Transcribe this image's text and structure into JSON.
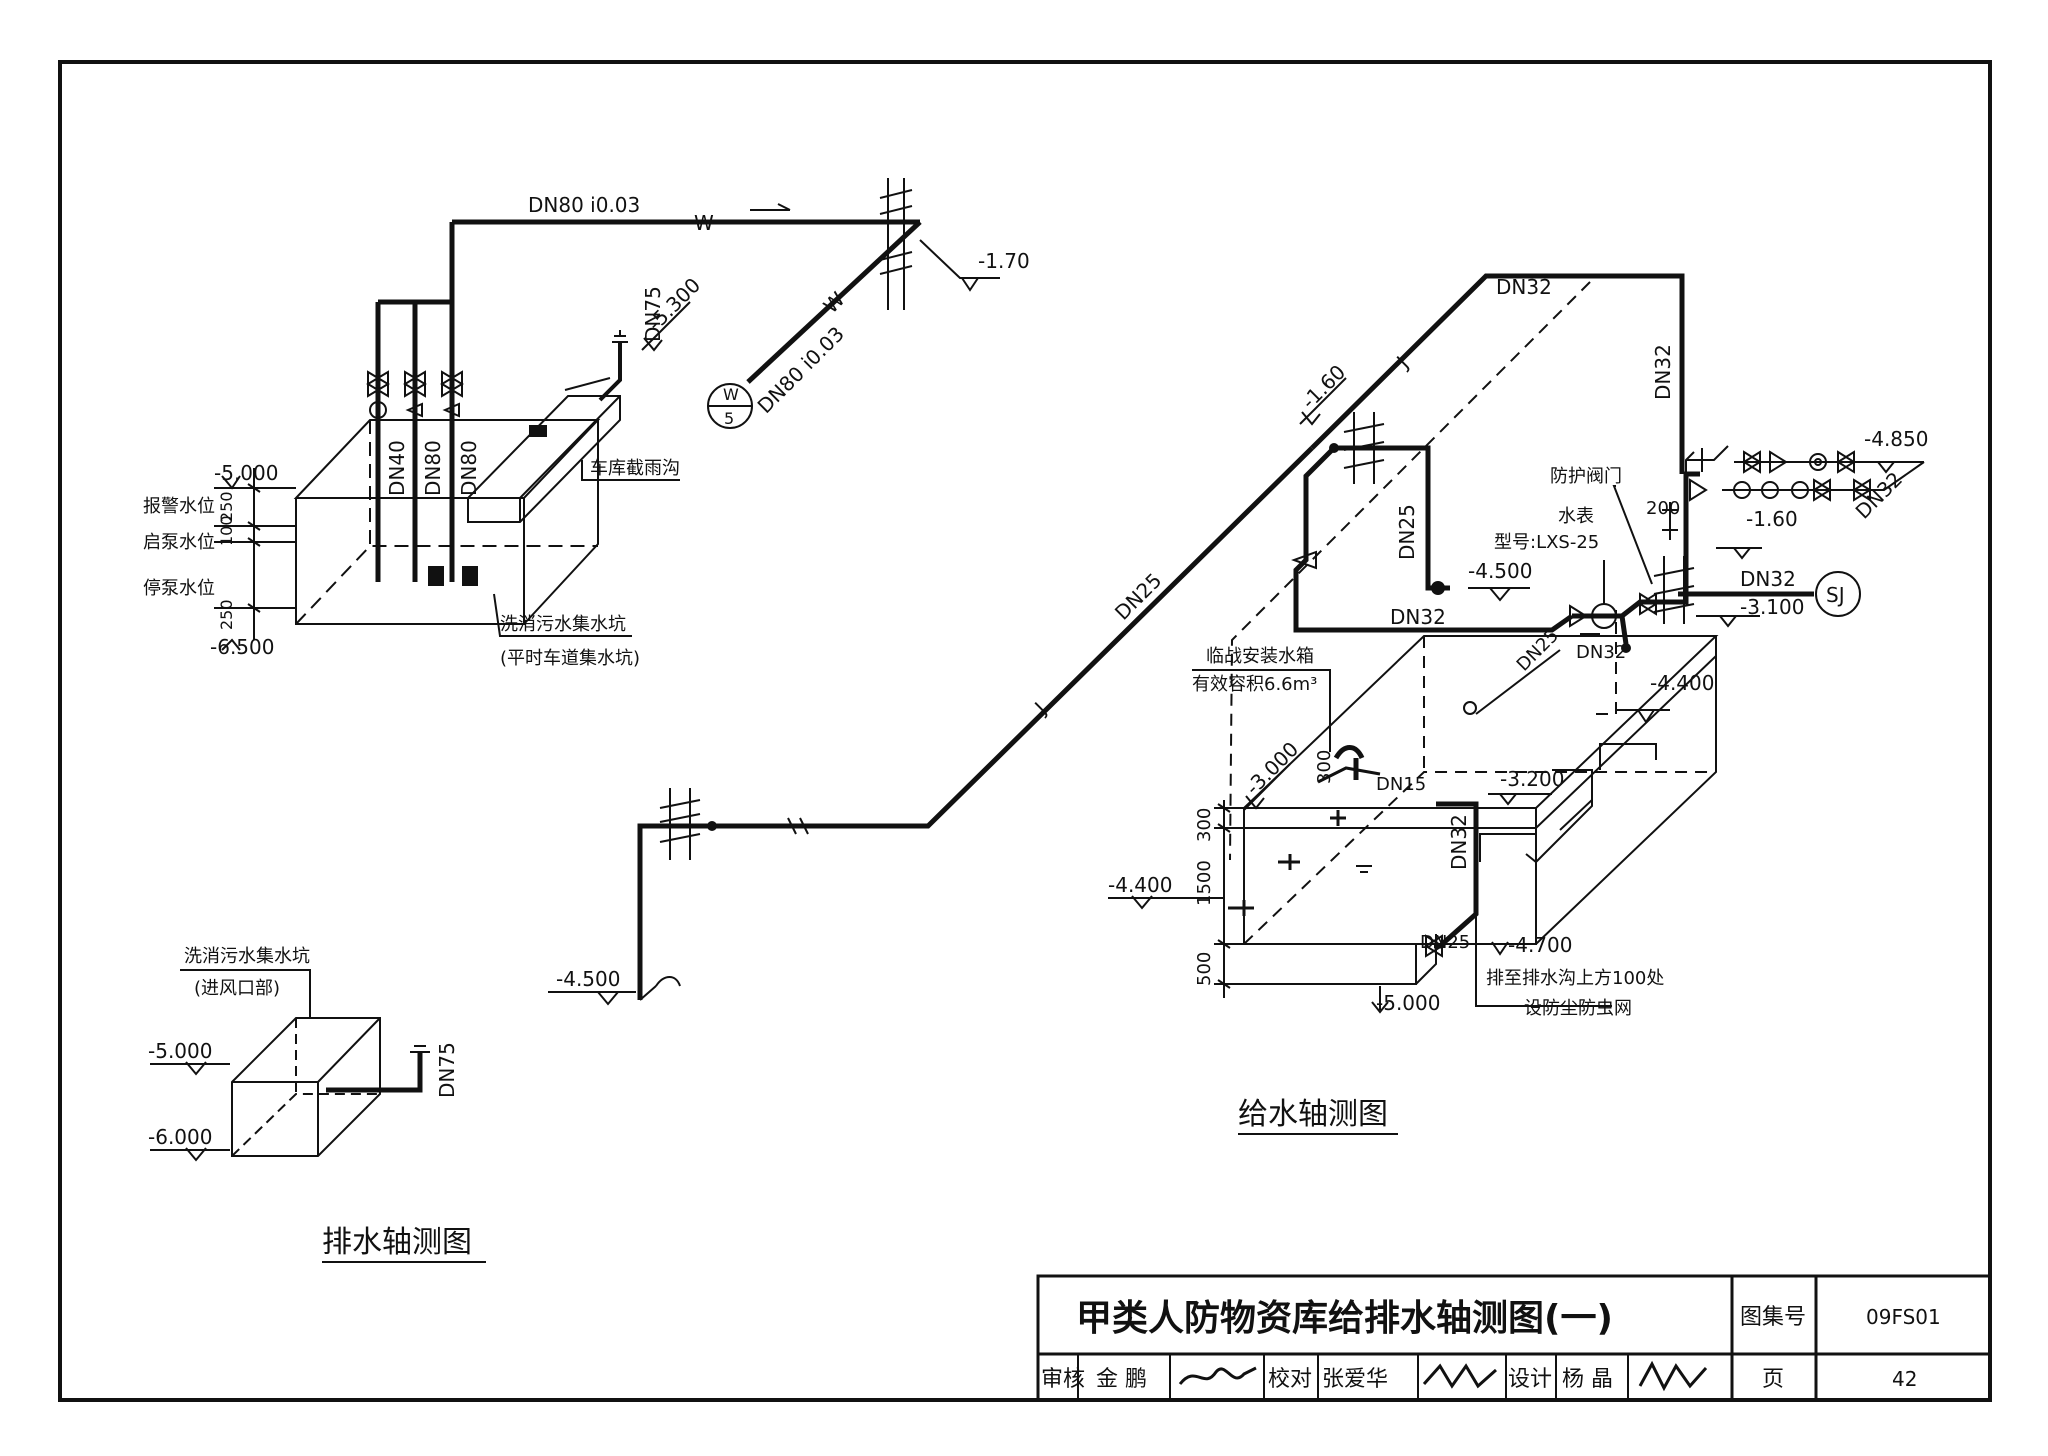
{
  "drainage": {
    "pipe_top": "DN80 i0.03",
    "pipe_diag": "DN80 i0.03",
    "w1": "W",
    "w2": "W",
    "elev_170": "-1.70",
    "vent": "DN75",
    "elev_5300": "-5.300",
    "outlet_letter": "W",
    "outlet_num": "5",
    "pipe_dn40": "DN40",
    "pipe_dn80a": "DN80",
    "pipe_dn80b": "DN80",
    "trench": "车库截雨沟",
    "elev_5000": "-5.000",
    "alarm": "报警水位",
    "start_pump": "启泵水位",
    "stop_pump": "停泵水位",
    "dim_250a": "250",
    "dim_100": "100",
    "dim_250b": "250",
    "elev_6500": "-6.500",
    "sump_name": "洗消污水集水坑",
    "sump_note": "(平时车道集水坑)",
    "pit2_name": "洗消污水集水坑",
    "pit2_note": "(进风口部)",
    "pit2_elev_top": "-5.000",
    "pit2_elev_bot": "-6.000",
    "pit2_vent": "DN75",
    "caption": "排水轴测图"
  },
  "supply": {
    "dn32_top": "DN32",
    "dn32_right": "DN32",
    "j1": "J",
    "j2": "J",
    "elev_160a": "-1.60",
    "elev_4850": "-4.850",
    "dn32_r2": "DN32",
    "valve_label": "防护阀门",
    "dim_200": "200",
    "meter_label": "水表",
    "meter_model": "型号:LXS-25",
    "elev_160b": "-1.60",
    "dn25_diag": "DN25",
    "dn25_v": "DN25",
    "elev_4500a": "-4.500",
    "dn32_h": "DN32",
    "dn32_sj": "DN32",
    "sj": "SJ",
    "elev_3100": "-3.100",
    "dn25_in": "DN25",
    "dn32_in": "DN32",
    "tank_name": "临战安装水箱",
    "tank_vol": "有效容积6.6m³",
    "elev_4400b": "-4.400",
    "elev_3000": "-3.000",
    "dim_300a": "300",
    "dn15": "DN15",
    "elev_3200": "-3.200",
    "dim_300b": "300",
    "dim_1500": "1500",
    "dim_500": "500",
    "elev_4400a": "-4.400",
    "dn32_v2": "DN32",
    "dn25_drain": "DN25",
    "elev_4700": "-4.700",
    "drain_note1": "排至排水沟上方100处",
    "drain_note2": "设防尘防虫网",
    "elev_5000": "-5.000",
    "elev_4500b": "-4.500",
    "caption": "给水轴测图"
  },
  "title_block": {
    "title": "甲类人防物资库给排水轴测图(一)",
    "atlas_label": "图集号",
    "atlas_no": "09FS01",
    "review": "审核",
    "reviewer": "金 鹏",
    "check": "校对",
    "checker": "张爱华",
    "design": "设计",
    "designer": "杨 晶",
    "page_label": "页",
    "page_no": "42"
  }
}
